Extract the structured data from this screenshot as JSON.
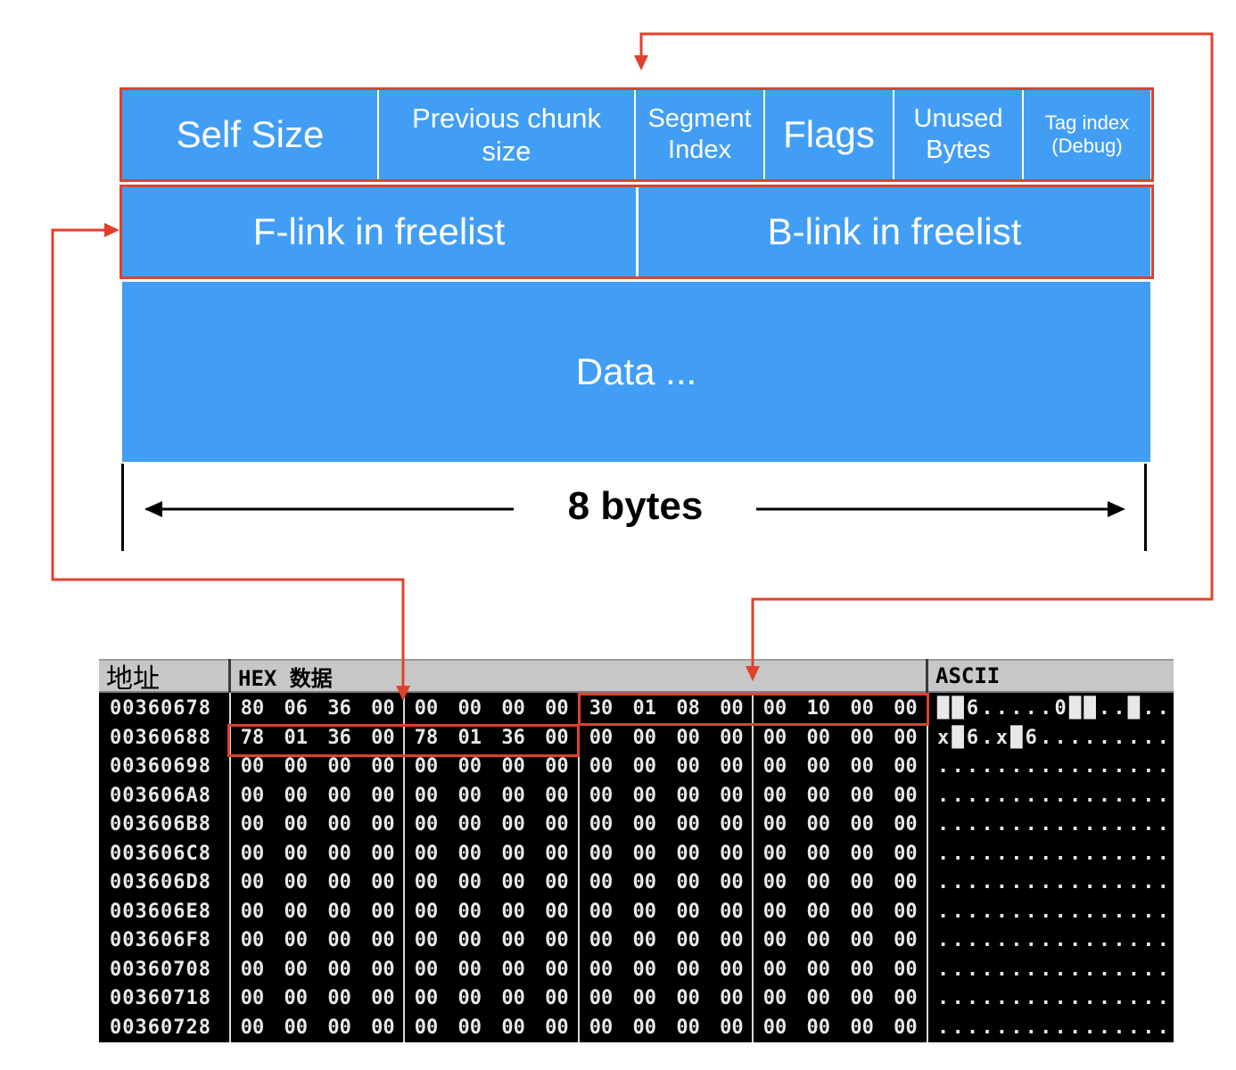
{
  "header_fields": [
    {
      "label": "Self Size"
    },
    {
      "label": "Previous chunk size"
    },
    {
      "label": "Segment Index"
    },
    {
      "label": "Flags"
    },
    {
      "label": "Unused Bytes"
    },
    {
      "label": "Tag index (Debug)"
    }
  ],
  "link_fields": [
    {
      "label": "F-link in freelist"
    },
    {
      "label": "B-link in freelist"
    }
  ],
  "data_label": "Data ...",
  "width_label": "8 bytes",
  "hex_view": {
    "headers": {
      "address": "地址",
      "hex": "HEX 数据",
      "ascii": "ASCII"
    },
    "rows": [
      {
        "address": "00360678",
        "bytes": [
          "80",
          "06",
          "36",
          "00",
          "00",
          "00",
          "00",
          "00",
          "30",
          "01",
          "08",
          "00",
          "00",
          "10",
          "00",
          "00"
        ],
        "ascii": "██6.....0██..█.."
      },
      {
        "address": "00360688",
        "bytes": [
          "78",
          "01",
          "36",
          "00",
          "78",
          "01",
          "36",
          "00",
          "00",
          "00",
          "00",
          "00",
          "00",
          "00",
          "00",
          "00"
        ],
        "ascii": "x█6.x█6........."
      },
      {
        "address": "00360698",
        "bytes": [
          "00",
          "00",
          "00",
          "00",
          "00",
          "00",
          "00",
          "00",
          "00",
          "00",
          "00",
          "00",
          "00",
          "00",
          "00",
          "00"
        ],
        "ascii": "................"
      },
      {
        "address": "003606A8",
        "bytes": [
          "00",
          "00",
          "00",
          "00",
          "00",
          "00",
          "00",
          "00",
          "00",
          "00",
          "00",
          "00",
          "00",
          "00",
          "00",
          "00"
        ],
        "ascii": "................"
      },
      {
        "address": "003606B8",
        "bytes": [
          "00",
          "00",
          "00",
          "00",
          "00",
          "00",
          "00",
          "00",
          "00",
          "00",
          "00",
          "00",
          "00",
          "00",
          "00",
          "00"
        ],
        "ascii": "................"
      },
      {
        "address": "003606C8",
        "bytes": [
          "00",
          "00",
          "00",
          "00",
          "00",
          "00",
          "00",
          "00",
          "00",
          "00",
          "00",
          "00",
          "00",
          "00",
          "00",
          "00"
        ],
        "ascii": "................"
      },
      {
        "address": "003606D8",
        "bytes": [
          "00",
          "00",
          "00",
          "00",
          "00",
          "00",
          "00",
          "00",
          "00",
          "00",
          "00",
          "00",
          "00",
          "00",
          "00",
          "00"
        ],
        "ascii": "................"
      },
      {
        "address": "003606E8",
        "bytes": [
          "00",
          "00",
          "00",
          "00",
          "00",
          "00",
          "00",
          "00",
          "00",
          "00",
          "00",
          "00",
          "00",
          "00",
          "00",
          "00"
        ],
        "ascii": "................"
      },
      {
        "address": "003606F8",
        "bytes": [
          "00",
          "00",
          "00",
          "00",
          "00",
          "00",
          "00",
          "00",
          "00",
          "00",
          "00",
          "00",
          "00",
          "00",
          "00",
          "00"
        ],
        "ascii": "................"
      },
      {
        "address": "00360708",
        "bytes": [
          "00",
          "00",
          "00",
          "00",
          "00",
          "00",
          "00",
          "00",
          "00",
          "00",
          "00",
          "00",
          "00",
          "00",
          "00",
          "00"
        ],
        "ascii": "................"
      },
      {
        "address": "00360718",
        "bytes": [
          "00",
          "00",
          "00",
          "00",
          "00",
          "00",
          "00",
          "00",
          "00",
          "00",
          "00",
          "00",
          "00",
          "00",
          "00",
          "00"
        ],
        "ascii": "................"
      },
      {
        "address": "00360728",
        "bytes": [
          "00",
          "00",
          "00",
          "00",
          "00",
          "00",
          "00",
          "00",
          "00",
          "00",
          "00",
          "00",
          "00",
          "00",
          "00",
          "00"
        ],
        "ascii": "................"
      }
    ]
  },
  "colors": {
    "field_blue": "#429ef5",
    "highlight_red": "#e0412c",
    "hex_bg": "#000000"
  }
}
